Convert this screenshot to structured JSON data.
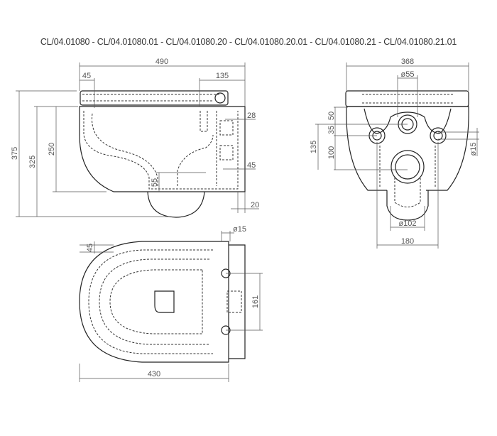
{
  "title": "CL/04.01080 - CL/04.01080.01 - CL/04.01080.20 - CL/04.01080.20.01 - CL/04.01080.21 - CL/04.01080.21.01",
  "side_view": {
    "width": "490",
    "front_offset": "45",
    "fixing_offset": "135",
    "total_height": "375",
    "bowl_height": "325",
    "rim_height": "250",
    "outlet_height": "55",
    "d28": "28",
    "d45": "45",
    "d20": "20"
  },
  "front_view": {
    "width": "368",
    "inlet_diameter": "ø55",
    "d50": "50",
    "d35": "35",
    "d100": "100",
    "d135": "135",
    "fixing_diameter": "ø15",
    "outlet_diameter": "ø102",
    "fixing_spacing": "180"
  },
  "top_view": {
    "length": "430",
    "d45": "45",
    "fixing_diameter": "ø15",
    "d161": "161"
  }
}
